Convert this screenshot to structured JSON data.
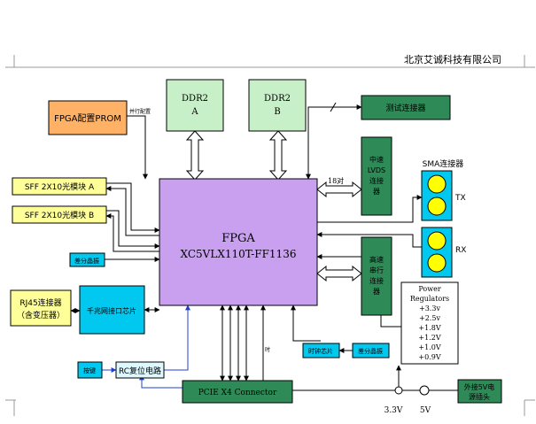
{
  "header": {
    "company": "北京艾诚科技有限公司"
  },
  "blocks": {
    "prom": "FPGA配置PROM",
    "prom_link": "并行配置",
    "ddr2a": [
      "DDR2",
      "A"
    ],
    "ddr2b": [
      "DDR2",
      "B"
    ],
    "test_conn": "测试连接器",
    "lvds": [
      "中速",
      "LVDS",
      "连接",
      "器"
    ],
    "lvds_bits": "18对",
    "serial": [
      "高速",
      "串行",
      "连接",
      "器"
    ],
    "sfp_a": "SFF 2X10光模块 A",
    "sfp_b": "SFF 2X10光模块 B",
    "diff_osc_left": "差分晶振",
    "rj45": [
      "RJ45连接器",
      "（含变压器）"
    ],
    "gige": "千兆网接口芯片",
    "fpga": [
      "FPGA",
      "XC5VLX110T-FF1136"
    ],
    "sma_title": "SMA连接器",
    "tx": "TX",
    "rx": "RX",
    "power": [
      "Power",
      "Regulators",
      "+3.3v",
      "+2.5v",
      "+1.8V",
      "+1.2V",
      "+1.0V",
      "+0.9V"
    ],
    "clock_chip": "时钟芯片",
    "diff_osc_right": "差分晶振",
    "button": "按键",
    "rc_reset": "RC复位电路",
    "pcie": "PCIE X4 Connector",
    "pcie_link": "时",
    "ext_power": [
      "外接5V电",
      "源插头"
    ],
    "v33": "3.3V",
    "v5": "5V"
  },
  "colors": {
    "fpga": "#c9a0f0",
    "ddr": "#c8f0c8",
    "green": "#2e8b57",
    "yellow": "#ffff99",
    "cyan": "#00c8ef",
    "prom": "#ffb266",
    "rc": "#ddf8ff"
  }
}
